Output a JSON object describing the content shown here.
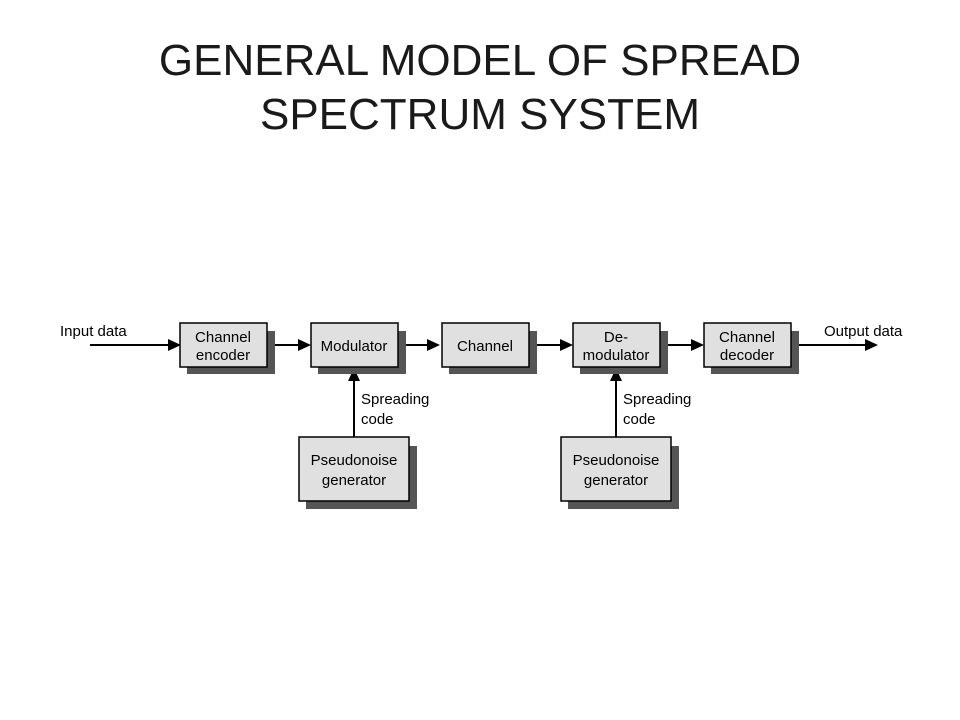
{
  "title": {
    "line1": "GENERAL MODEL OF SPREAD",
    "line2": "SPECTRUM SYSTEM"
  },
  "diagram": {
    "input_label": "Input data",
    "output_label": "Output data",
    "channel_encoder": {
      "line1": "Channel",
      "line2": "encoder"
    },
    "modulator": {
      "line1": "Modulator"
    },
    "channel": {
      "line1": "Channel"
    },
    "demodulator": {
      "line1": "De-",
      "line2": "modulator"
    },
    "channel_decoder": {
      "line1": "Channel",
      "line2": "decoder"
    },
    "spreading_code_tx": {
      "line1": "Spreading",
      "line2": "code"
    },
    "spreading_code_rx": {
      "line1": "Spreading",
      "line2": "code"
    },
    "pn_generator_tx": {
      "line1": "Pseudonoise",
      "line2": "generator"
    },
    "pn_generator_rx": {
      "line1": "Pseudonoise",
      "line2": "generator"
    }
  }
}
